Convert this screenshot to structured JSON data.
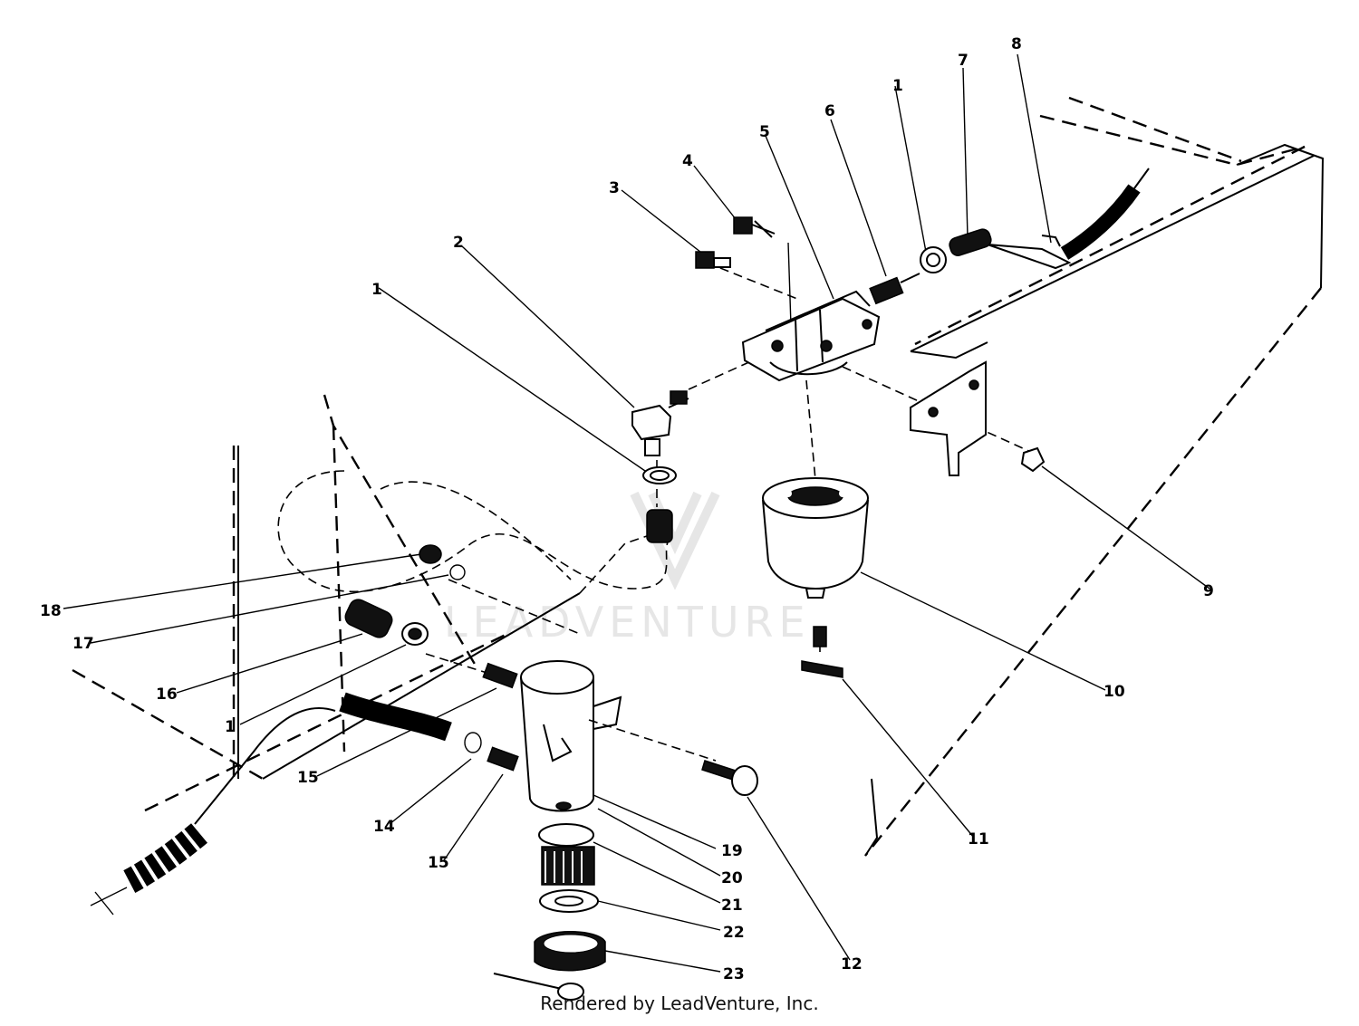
{
  "footer": "Rendered by LeadVenture, Inc.",
  "watermark": "LEADVENTURE",
  "callouts": [
    "1",
    "2",
    "3",
    "4",
    "5",
    "6",
    "1",
    "7",
    "8",
    "9",
    "10",
    "11",
    "12",
    "18",
    "17",
    "16",
    "1",
    "15",
    "14",
    "15",
    "19",
    "20",
    "21",
    "22",
    "23"
  ]
}
